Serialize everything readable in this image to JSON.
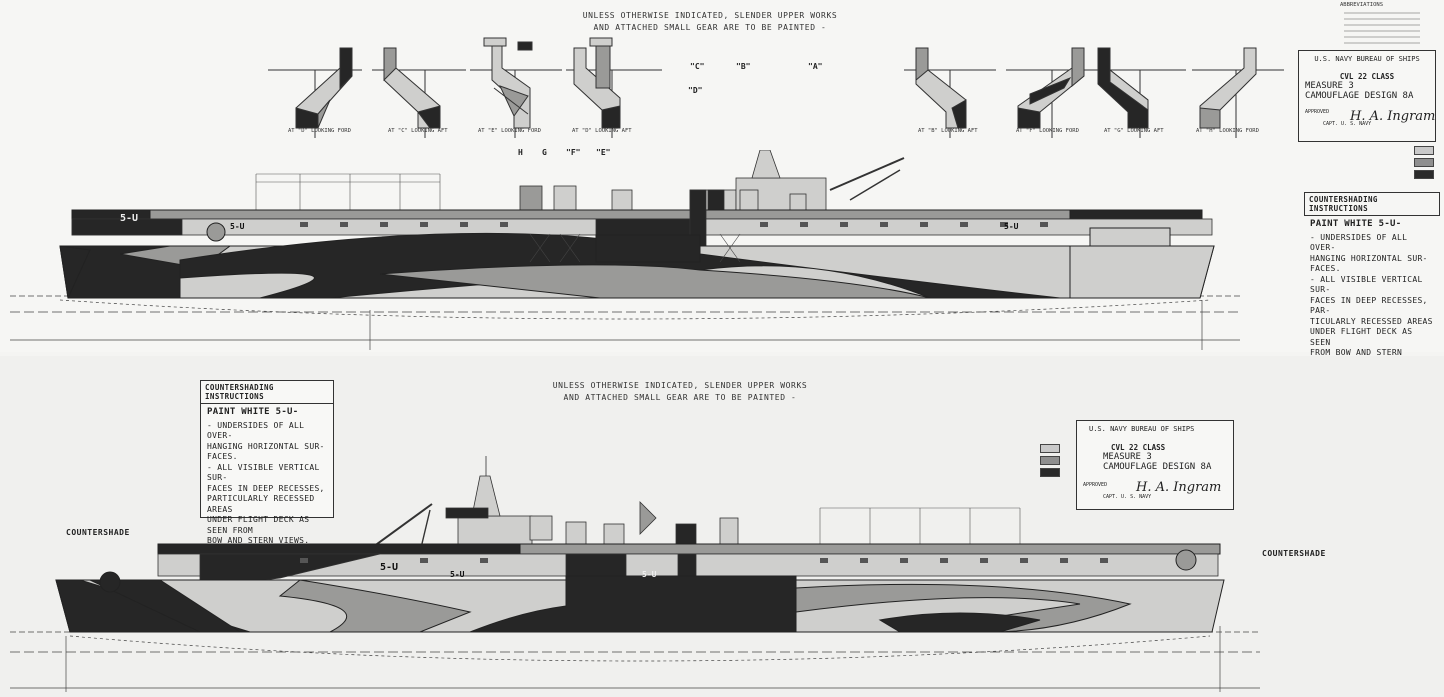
{
  "top_panel": {
    "general_note_1": "UNLESS OTHERWISE INDICATED, SLENDER UPPER WORKS",
    "general_note_2": "AND ATTACHED SMALL GEAR ARE TO BE PAINTED -",
    "section_views": [
      {
        "label": "AT \"D\" LOOKING FORD"
      },
      {
        "label": "AT \"C\" LOOKING AFT"
      },
      {
        "label": "AT \"E\" LOOKING FORD"
      },
      {
        "label": "AT \"D\" LOOKING AFT"
      },
      {
        "label": "AT \"B\" LOOKING AFT"
      },
      {
        "label": "AT \"F\" LOOKING FORD"
      },
      {
        "label": "AT \"G\" LOOKING AFT"
      },
      {
        "label": "AT \"H\" LOOKING FORD"
      }
    ],
    "section_markers": [
      "\"C\"",
      "\"B\"",
      "\"A\"",
      "\"D\"",
      "H",
      "G",
      "\"F\"",
      "\"E\""
    ],
    "hull_marks": [
      "5-U",
      "5-U",
      "5-U"
    ],
    "abbreviations_title": "ABBREVIATIONS",
    "title_block": {
      "org": "U.S. NAVY   BUREAU OF SHIPS",
      "class": "CVL 22 CLASS",
      "measure": "MEASURE 3",
      "design": "CAMOUFLAGE DESIGN 8A",
      "approved": "APPROVED",
      "signature": "H. A. Ingram",
      "rank": "CAPT. U. S. NAVY"
    },
    "countershading": {
      "heading": "COUNTERSHADING INSTRUCTIONS",
      "paint": "PAINT WHITE  5-U-",
      "lines": [
        "- UNDERSIDES OF ALL OVER-",
        "  HANGING HORIZONTAL SUR-",
        "  FACES.",
        "- ALL VISIBLE VERTICAL SUR-",
        "  FACES IN DEEP RECESSES, PAR-",
        "  TICULARLY RECESSED AREAS",
        "  UNDER FLIGHT DECK AS SEEN",
        "  FROM BOW AND STERN VIEWS."
      ]
    },
    "swatch_colors": [
      "#c9c9c9",
      "#8f8f8f",
      "#2a2a2a"
    ]
  },
  "bottom_panel": {
    "general_note_1": "UNLESS OTHERWISE INDICATED, SLENDER UPPER WORKS",
    "general_note_2": "AND ATTACHED SMALL GEAR ARE TO BE PAINTED -",
    "countershade_left": "COUNTERSHADE",
    "countershade_right": "COUNTERSHADE",
    "hull_marks": [
      "5-U",
      "5-U",
      "5-U"
    ],
    "title_block": {
      "org": "U.S. NAVY   BUREAU OF SHIPS",
      "class": "CVL 22 CLASS",
      "measure": "MEASURE 3",
      "design": "CAMOUFLAGE DESIGN 8A",
      "approved": "APPROVED",
      "signature": "H. A. Ingram",
      "rank": "CAPT. U. S. NAVY"
    },
    "countershading": {
      "heading": "COUNTERSHADING INSTRUCTIONS",
      "paint": "PAINT WHITE  5-U-",
      "lines": [
        "- UNDERSIDES OF ALL OVER-",
        "  HANGING HORIZONTAL SUR-",
        "  FACES.",
        "- ALL VISIBLE VERTICAL SUR-",
        "  FACES IN DEEP RECESSES,",
        "  PARTICULARLY RECESSED AREAS",
        "  UNDER FLIGHT DECK AS SEEN FROM",
        "  BOW AND STERN VIEWS."
      ]
    },
    "swatch_colors": [
      "#c9c9c9",
      "#8f8f8f",
      "#2a2a2a"
    ]
  },
  "colors": {
    "light_gray": "#cfcfcd",
    "ocean_gray": "#9a9a98",
    "dull_black": "#262626",
    "paper": "#f4f4f2",
    "ink": "#333333"
  }
}
